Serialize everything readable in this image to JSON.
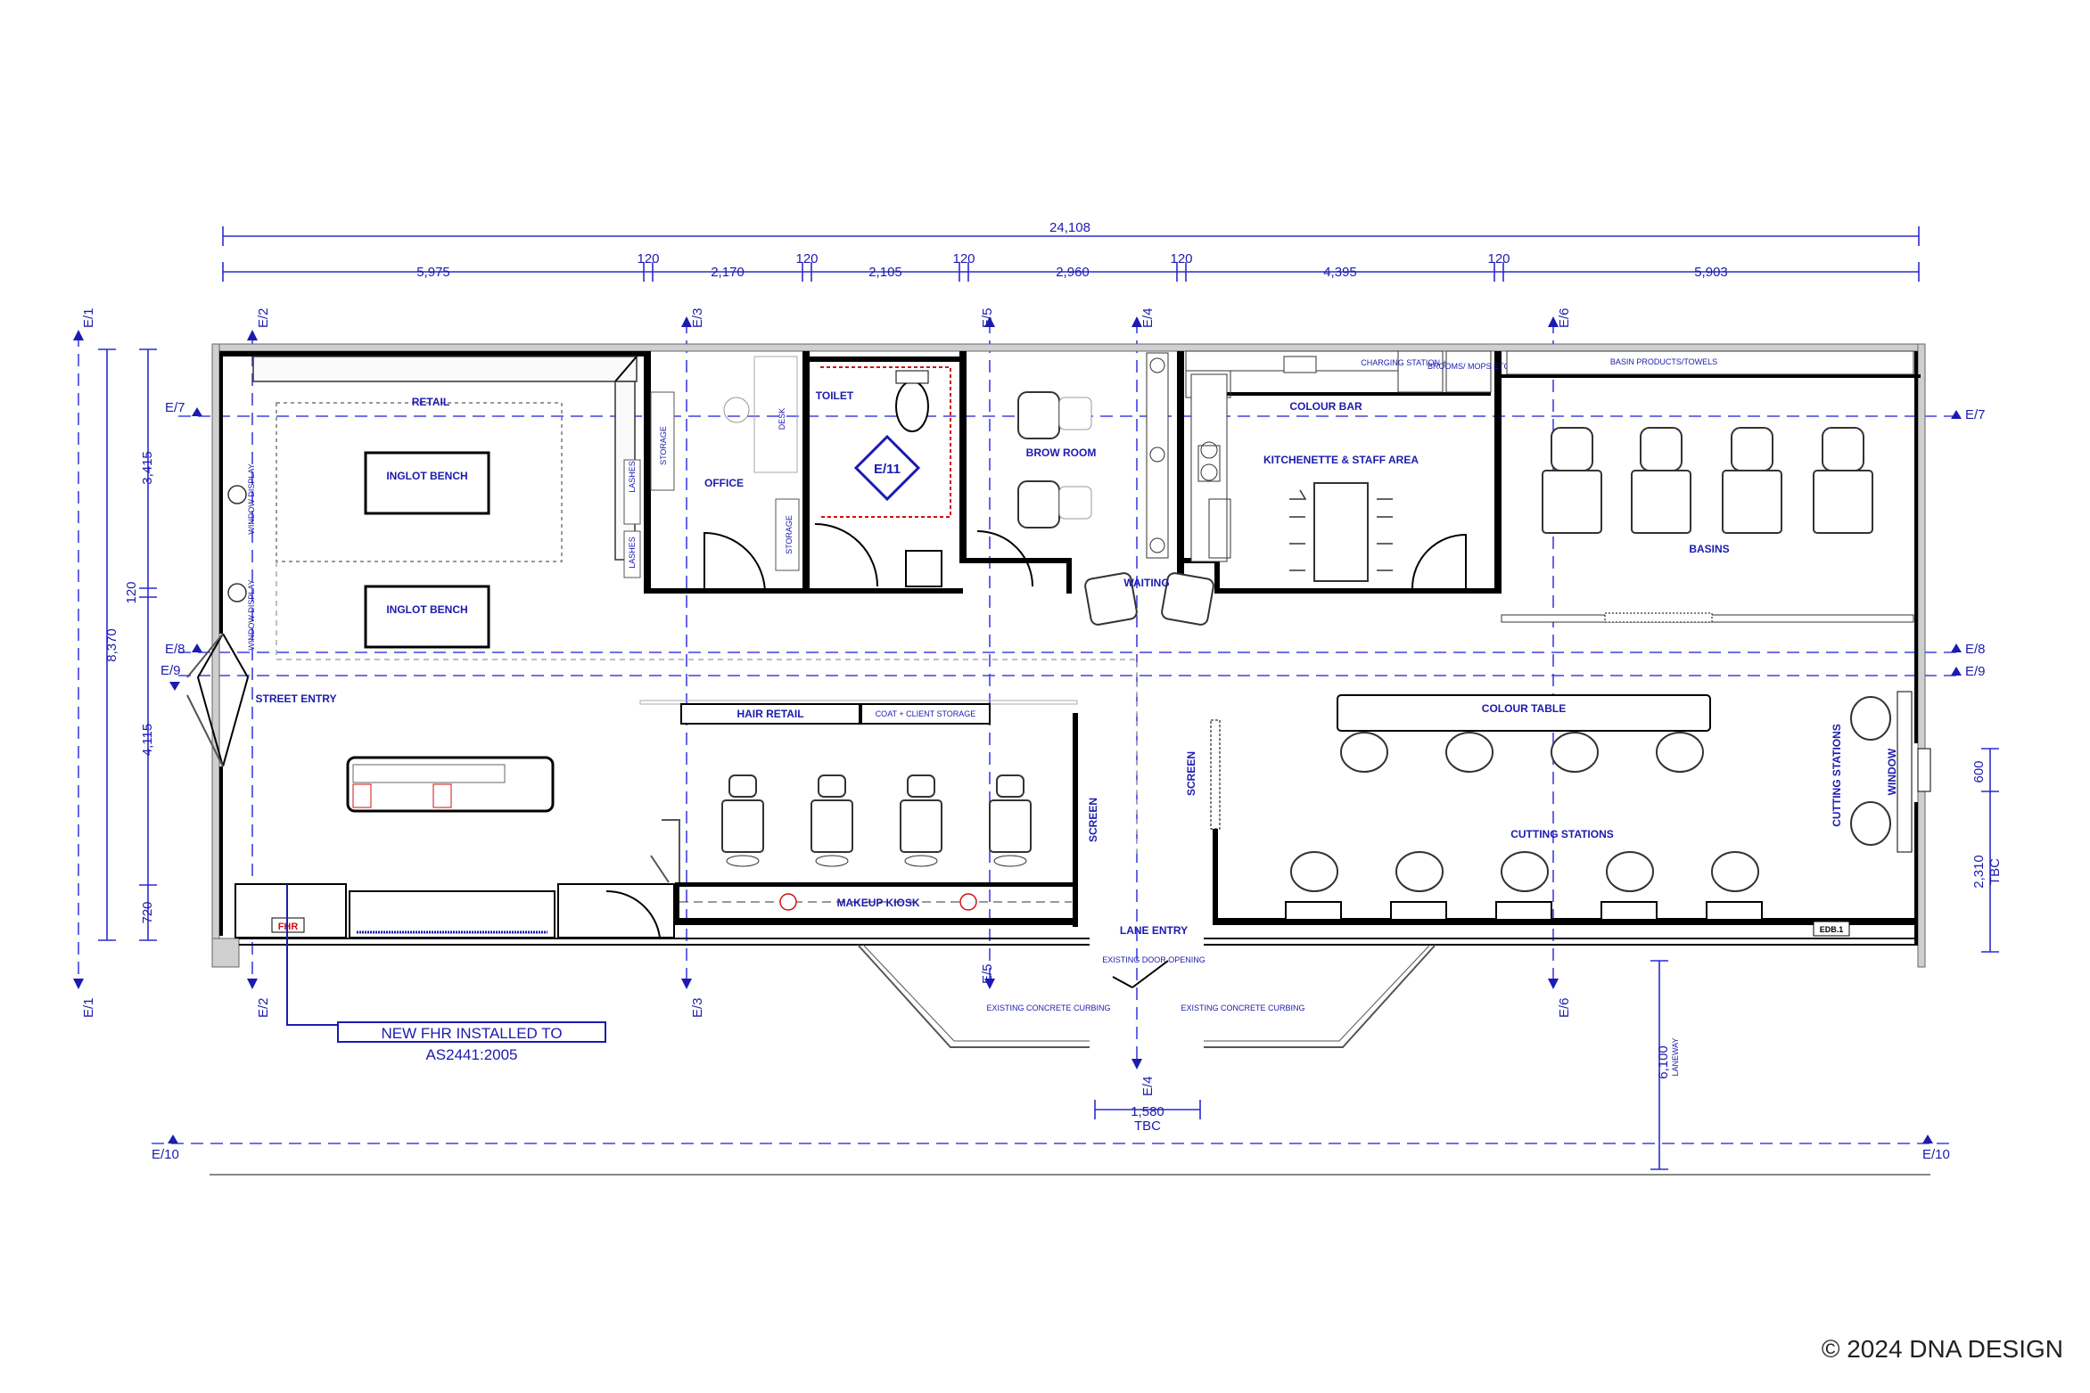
{
  "dimensions": {
    "overall_width": "24,108",
    "segments": [
      "5,975",
      "120",
      "2,170",
      "120",
      "2,105",
      "120",
      "2,960",
      "120",
      "4,395",
      "120",
      "5,903"
    ],
    "overall_depth": "8,370",
    "left_segments": [
      "3,415",
      "120",
      "4,115",
      "720"
    ],
    "right_segments": [
      "600",
      "2,310",
      "TBC"
    ],
    "lane_width": "1,580",
    "lane_width_note": "TBC",
    "laneway_depth": "6,100"
  },
  "gridlines": {
    "vertical": [
      "E/1",
      "E/2",
      "E/3",
      "E/5",
      "E/4",
      "E/6"
    ],
    "horizontal": [
      "E/7",
      "E/8",
      "E/9",
      "E/10"
    ],
    "section_marker": "E/11"
  },
  "rooms": {
    "retail": "RETAIL",
    "inglot_bench": "INGLOT BENCH",
    "window_display": "WINDOW DISPLAY",
    "street_entry": "STREET ENTRY",
    "office": "OFFICE",
    "lashes": "LASHES",
    "storage": "STORAGE",
    "desk": "DESK",
    "toilet": "TOILET",
    "brow_room": "BROW ROOM",
    "waiting": "WAITING",
    "colour_bar": "COLOUR BAR",
    "kitchenette": "KITCHENETTE & STAFF AREA",
    "charging": "CHARGING STATION + COMMS",
    "brooms": "BROOMS/ MOPS ETC",
    "basin_products": "BASIN PRODUCTS/TOWELS",
    "basins": "BASINS",
    "hair_retail": "HAIR RETAIL",
    "coat_storage": "COAT + CLIENT STORAGE",
    "colour_table": "COLOUR TABLE",
    "screen": "SCREEN",
    "makeup_kiosk": "MAKEUP KIOSK",
    "cutting_stations": "CUTTING STATIONS",
    "window": "WINDOW",
    "lane_entry": "LANE ENTRY",
    "existing_door": "EXISTING DOOR OPENING",
    "existing_curbing": "EXISTING CONCRETE CURBING",
    "laneway": "LANEWAY",
    "fhr": "FHR",
    "edb": "EDB.1"
  },
  "notes": {
    "fhr_note": "NEW FHR INSTALLED TO AS2441:2005"
  },
  "copyright": "© 2024 DNA DESIGN",
  "colors": {
    "annotation": "#1b1bb0",
    "wall": "#000000",
    "fire_equipment": "#d01010"
  }
}
